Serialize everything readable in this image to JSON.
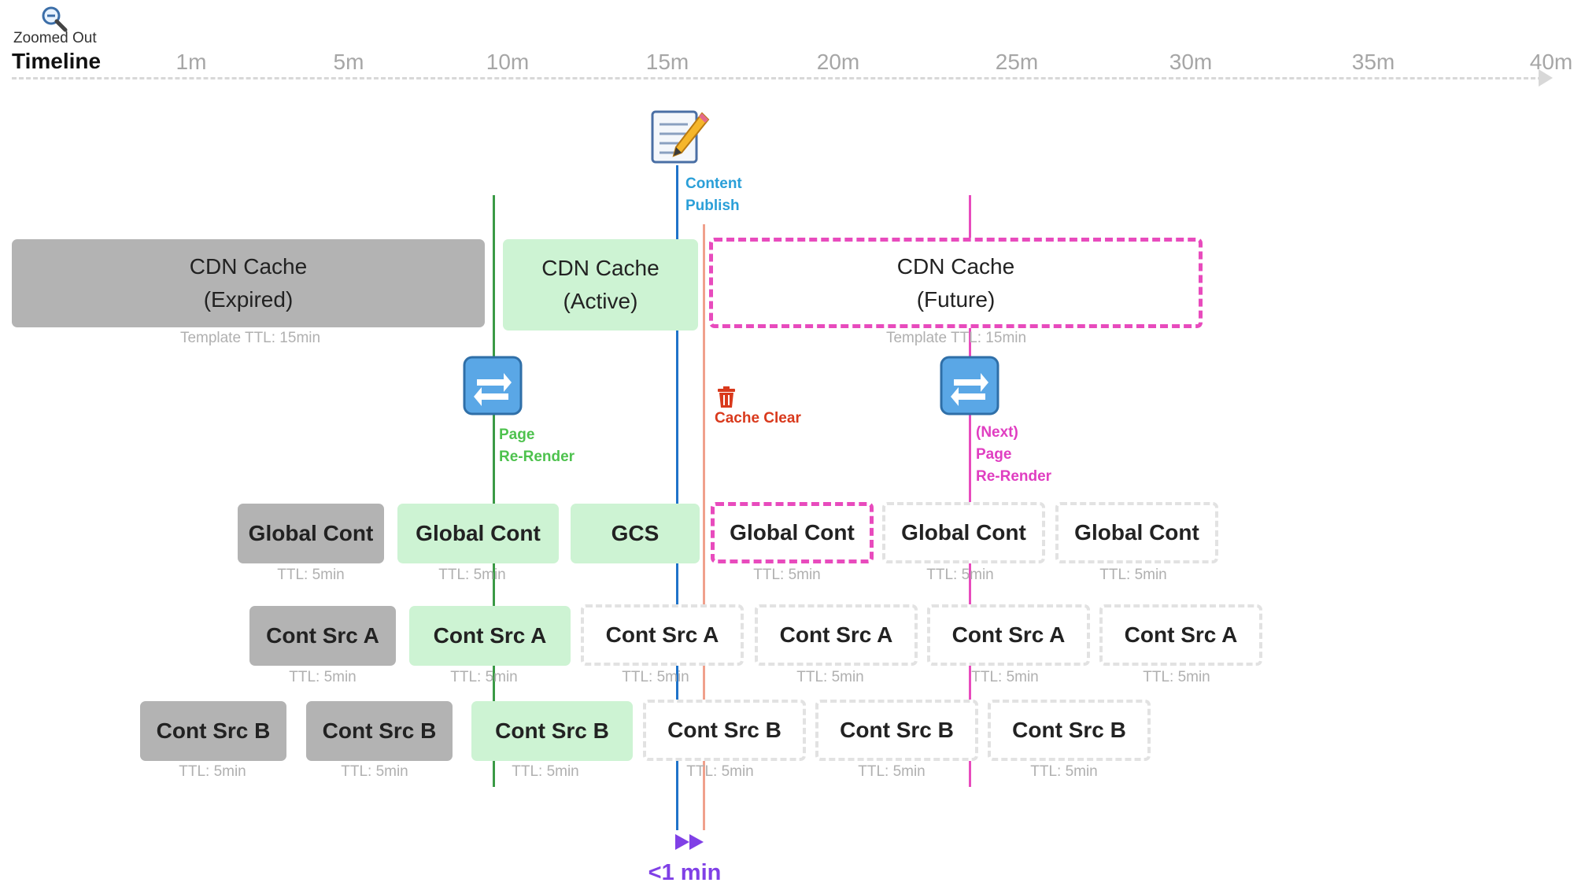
{
  "header": {
    "zoom_icon": "magnifier-zoom-out-icon",
    "zoom_label": "Zoomed Out",
    "title": "Timeline"
  },
  "ticks": [
    "1m",
    "5m",
    "10m",
    "15m",
    "20m",
    "25m",
    "30m",
    "35m",
    "40m"
  ],
  "colors": {
    "publish_line": "#1f73c9",
    "rerender_line": "#3a9a45",
    "clear_line": "#f0a08c",
    "next_rerender_line": "#e84bbd",
    "active_fill": "#cdf3d3",
    "expired_fill": "#b3b3b3",
    "marker": "#8040e6"
  },
  "events": {
    "publish": {
      "icon": "memo-pencil-icon",
      "line1": "Content",
      "line2": "Publish"
    },
    "rerender": {
      "icon": "refresh-arrows-icon",
      "line1": "Page",
      "line2": "Re-Render"
    },
    "clear": {
      "icon": "trash-icon",
      "label": "Cache Clear"
    },
    "next_rerender": {
      "icon": "refresh-arrows-icon",
      "line1": "(Next)",
      "line2": "Page",
      "line3": "Re-Render"
    }
  },
  "cdn": {
    "expired": {
      "line1": "CDN Cache",
      "line2": "(Expired)",
      "ttl": "Template TTL: 15min"
    },
    "active": {
      "line1": "CDN Cache",
      "line2": "(Active)"
    },
    "future": {
      "line1": "CDN Cache",
      "line2": "(Future)",
      "ttl": "Template TTL: 15min"
    }
  },
  "global_row": [
    {
      "label": "Global Cont",
      "ttl": "TTL: 5min"
    },
    {
      "label": "Global Cont",
      "ttl": "TTL: 5min"
    },
    {
      "label": "GCS"
    },
    {
      "label": "Global Cont",
      "ttl": "TTL: 5min"
    },
    {
      "label": "Global Cont",
      "ttl": "TTL: 5min"
    },
    {
      "label": "Global Cont",
      "ttl": "TTL: 5min"
    }
  ],
  "src_a_row": [
    {
      "label": "Cont Src A",
      "ttl": "TTL: 5min"
    },
    {
      "label": "Cont Src A",
      "ttl": "TTL: 5min"
    },
    {
      "label": "Cont Src A",
      "ttl": "TTL: 5min"
    },
    {
      "label": "Cont Src A",
      "ttl": "TTL: 5min"
    },
    {
      "label": "Cont Src A",
      "ttl": "TTL: 5min"
    },
    {
      "label": "Cont Src A",
      "ttl": "TTL: 5min"
    }
  ],
  "src_b_row": [
    {
      "label": "Cont Src B",
      "ttl": "TTL: 5min"
    },
    {
      "label": "Cont Src B",
      "ttl": "TTL: 5min"
    },
    {
      "label": "Cont Src B",
      "ttl": "TTL: 5min"
    },
    {
      "label": "Cont Src B",
      "ttl": "TTL: 5min"
    },
    {
      "label": "Cont Src B",
      "ttl": "TTL: 5min"
    },
    {
      "label": "Cont Src B",
      "ttl": "TTL: 5min"
    }
  ],
  "marker": {
    "icon": "fast-forward-icon",
    "label": "<1 min"
  }
}
